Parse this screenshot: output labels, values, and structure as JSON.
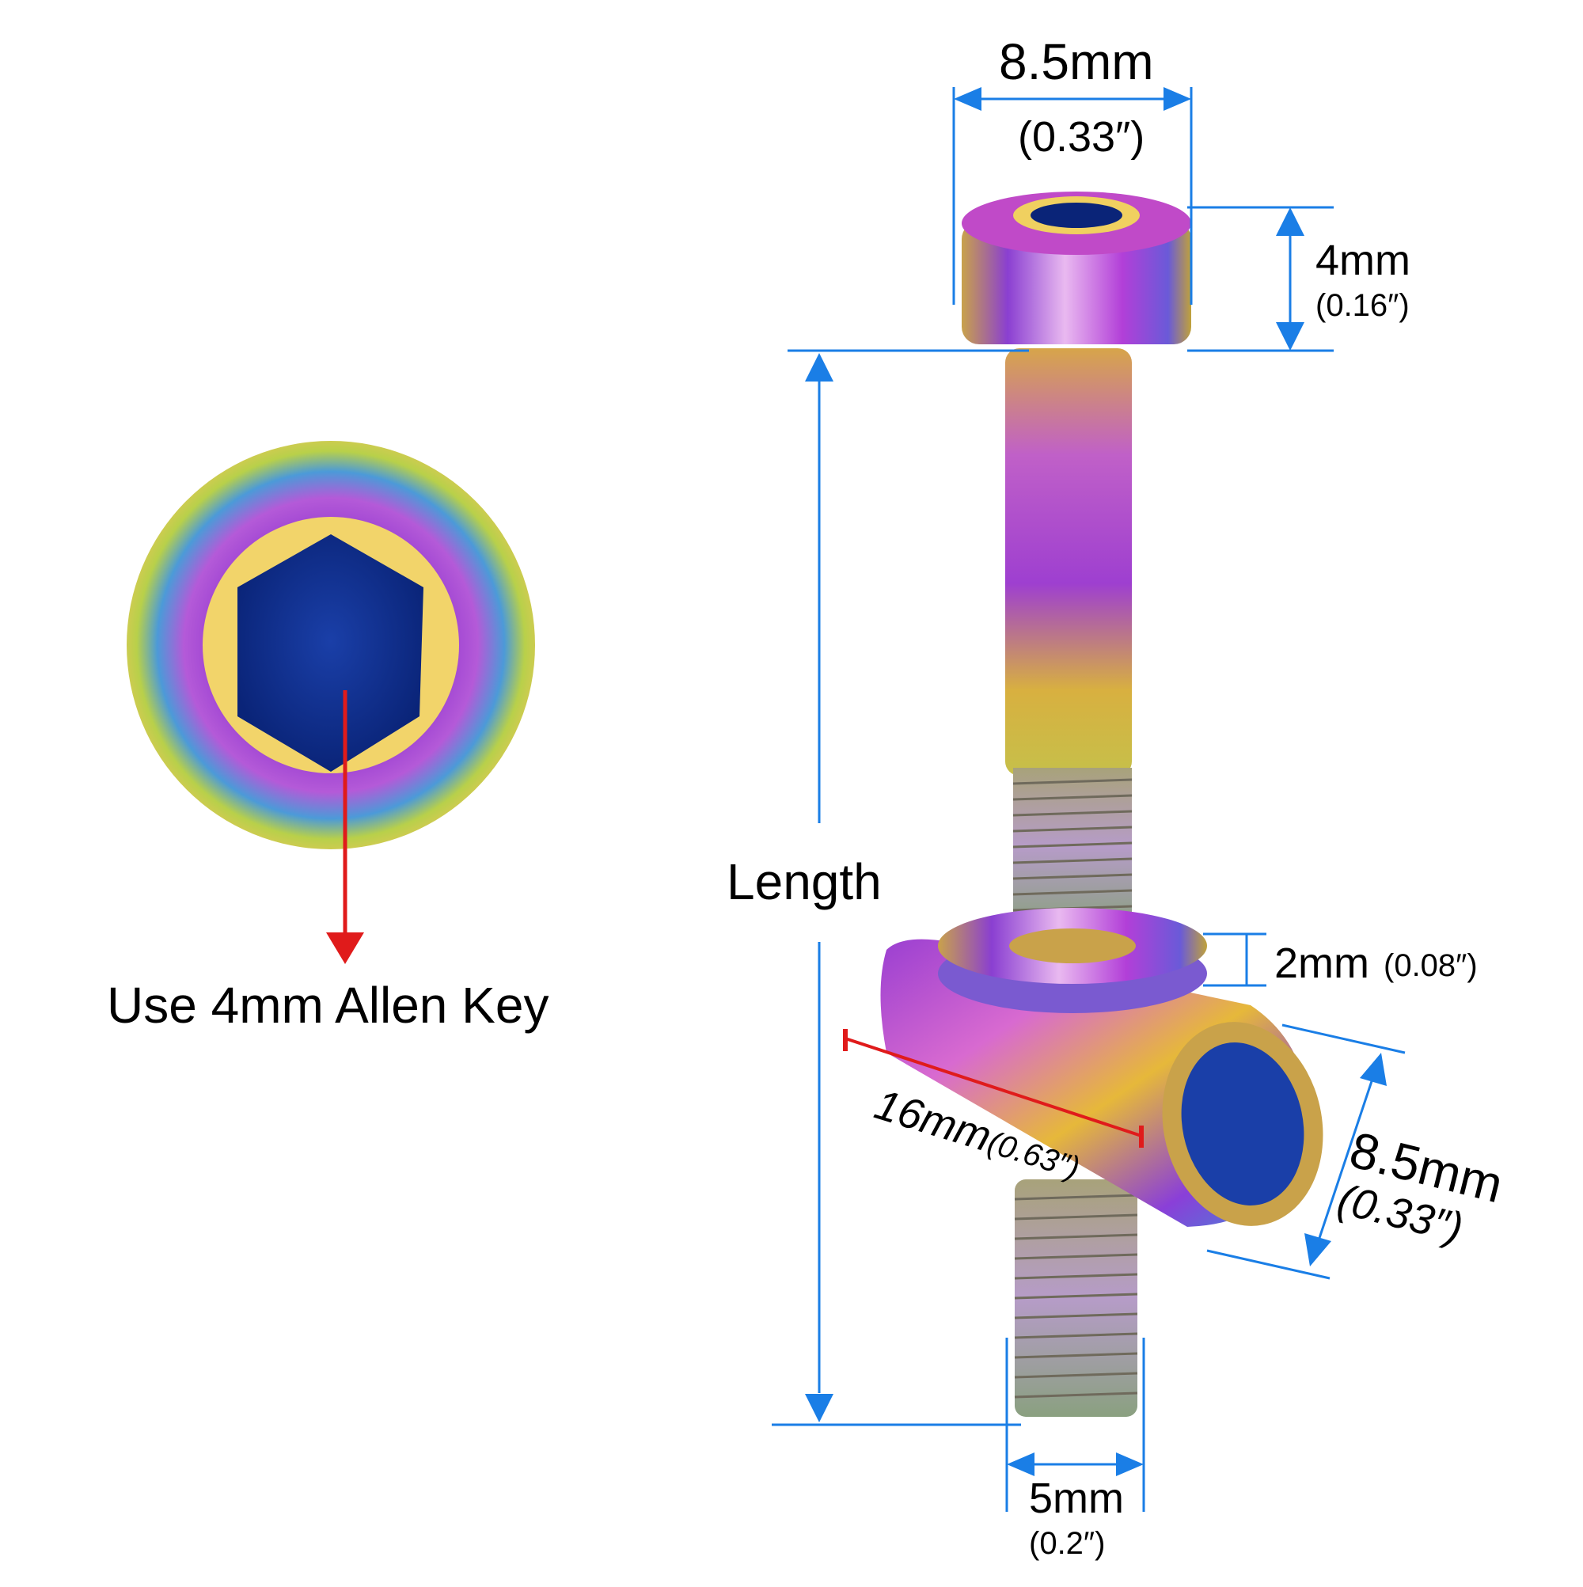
{
  "colors": {
    "dimension": "#1a7ee6",
    "pointer": "#e01b1b",
    "text": "#000000"
  },
  "labels": {
    "allen_key": "Use 4mm Allen Key",
    "length": "Length",
    "head_width_mm": "8.5mm",
    "head_width_in": "(0.33″)",
    "head_height_mm": "4mm",
    "head_height_in": "(0.16″)",
    "washer_mm": "2mm",
    "washer_in": "(0.08″)",
    "barrel_length": "16mm",
    "barrel_length_in": "(0.63″)",
    "barrel_dia_mm": "8.5mm",
    "barrel_dia_in": "(0.33″)",
    "thread_mm": "5mm",
    "thread_in": "(0.2″)"
  }
}
